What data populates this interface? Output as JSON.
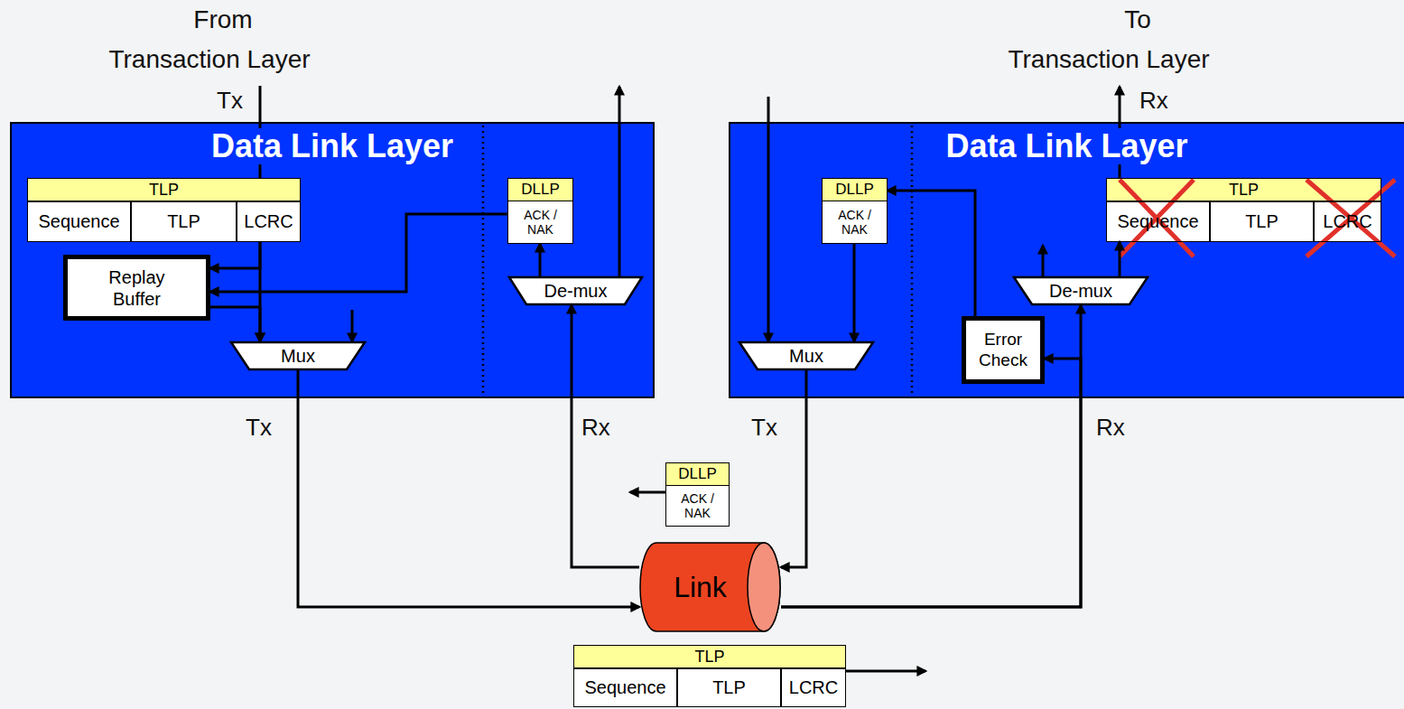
{
  "diagram": {
    "nodes": [
      {
        "text": [
          "Data Link Layer"
        ]
      },
      {
        "text": [
          "TLP"
        ],
        "in": 0
      },
      {
        "text": [
          "Sequence"
        ],
        "in": 1
      },
      {
        "text": [
          "TLP"
        ],
        "in": 1
      },
      {
        "text": [
          "LCRC"
        ],
        "in": 1
      },
      {
        "text": [
          "Replay Buffer"
        ],
        "in": 0
      },
      {
        "text": [
          "Mux"
        ],
        "in": 0
      },
      {
        "text": [
          "DLLP",
          "ACK / NAK"
        ],
        "in": 0
      },
      {
        "text": [
          "De-mux"
        ],
        "in": 0
      },
      {
        "text": [
          "Data Link Layer"
        ]
      },
      {
        "text": [
          "DLLP",
          "ACK / NAK"
        ],
        "in": 9
      },
      {
        "text": [
          "Mux"
        ],
        "in": 9
      },
      {
        "text": [
          "TLP"
        ],
        "in": 9
      },
      {
        "text": [
          "Sequence"
        ],
        "in": 12
      },
      {
        "text": [
          "TLP"
        ],
        "in": 12
      },
      {
        "text": [
          "LCRC"
        ],
        "in": 12
      },
      {
        "text": [
          "De-mux"
        ],
        "in": 9
      },
      {
        "text": [
          "Error Check"
        ],
        "in": 9
      },
      {
        "text": [
          "Link"
        ]
      },
      {
        "text": [
          "DLLP",
          "ACK / NAK"
        ]
      },
      {
        "text": [
          "TLP"
        ]
      },
      {
        "text": [
          "Sequence"
        ],
        "in": 20
      },
      {
        "text": [
          "TLP"
        ],
        "in": 20
      },
      {
        "text": [
          "LCRC"
        ],
        "in": 20
      }
    ],
    "edges": [
      {
        "from": 1,
        "to": 6,
        "arrow": "to"
      },
      {
        "from": 1,
        "to": 5,
        "arrow": "to"
      },
      {
        "from": 5,
        "to": 6,
        "arrow": "to"
      },
      {
        "from": 7,
        "to": 5,
        "arrow": "to"
      },
      {
        "from": 6,
        "to": 18,
        "arrow": "to"
      },
      {
        "from": 18,
        "to": 8,
        "arrow": "to"
      },
      {
        "from": 8,
        "to": 7,
        "arrow": "to"
      },
      {
        "from": 10,
        "to": 11,
        "arrow": "to"
      },
      {
        "from": 11,
        "to": 18,
        "arrow": "to"
      },
      {
        "from": 18,
        "to": 16,
        "arrow": "to"
      },
      {
        "from": 18,
        "to": 17,
        "arrow": "to"
      },
      {
        "from": 16,
        "to": 12,
        "arrow": "to"
      },
      {
        "from": 17,
        "to": 10,
        "arrow": "to"
      }
    ],
    "labels": [
      "From Transaction Layer",
      "Tx",
      "To Transaction Layer",
      "Rx",
      "Tx",
      "Rx",
      "Tx",
      "Rx"
    ]
  }
}
